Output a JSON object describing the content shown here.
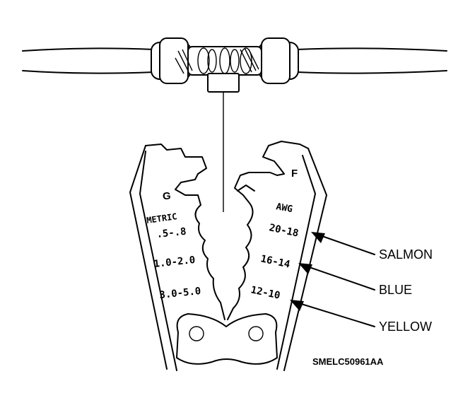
{
  "figure": {
    "label_G": "G",
    "label_F": "F",
    "metric_heading": "METRIC",
    "metric_sizes": [
      ".5-.8",
      "1.0-2.0",
      "3.0-5.0"
    ],
    "awg_heading": "AWG",
    "awg_sizes": [
      "20-18",
      "16-14",
      "12-10"
    ],
    "color_callouts": [
      "SALMON",
      "BLUE",
      "YELLOW"
    ],
    "figure_id": "SMELC50961AA"
  }
}
